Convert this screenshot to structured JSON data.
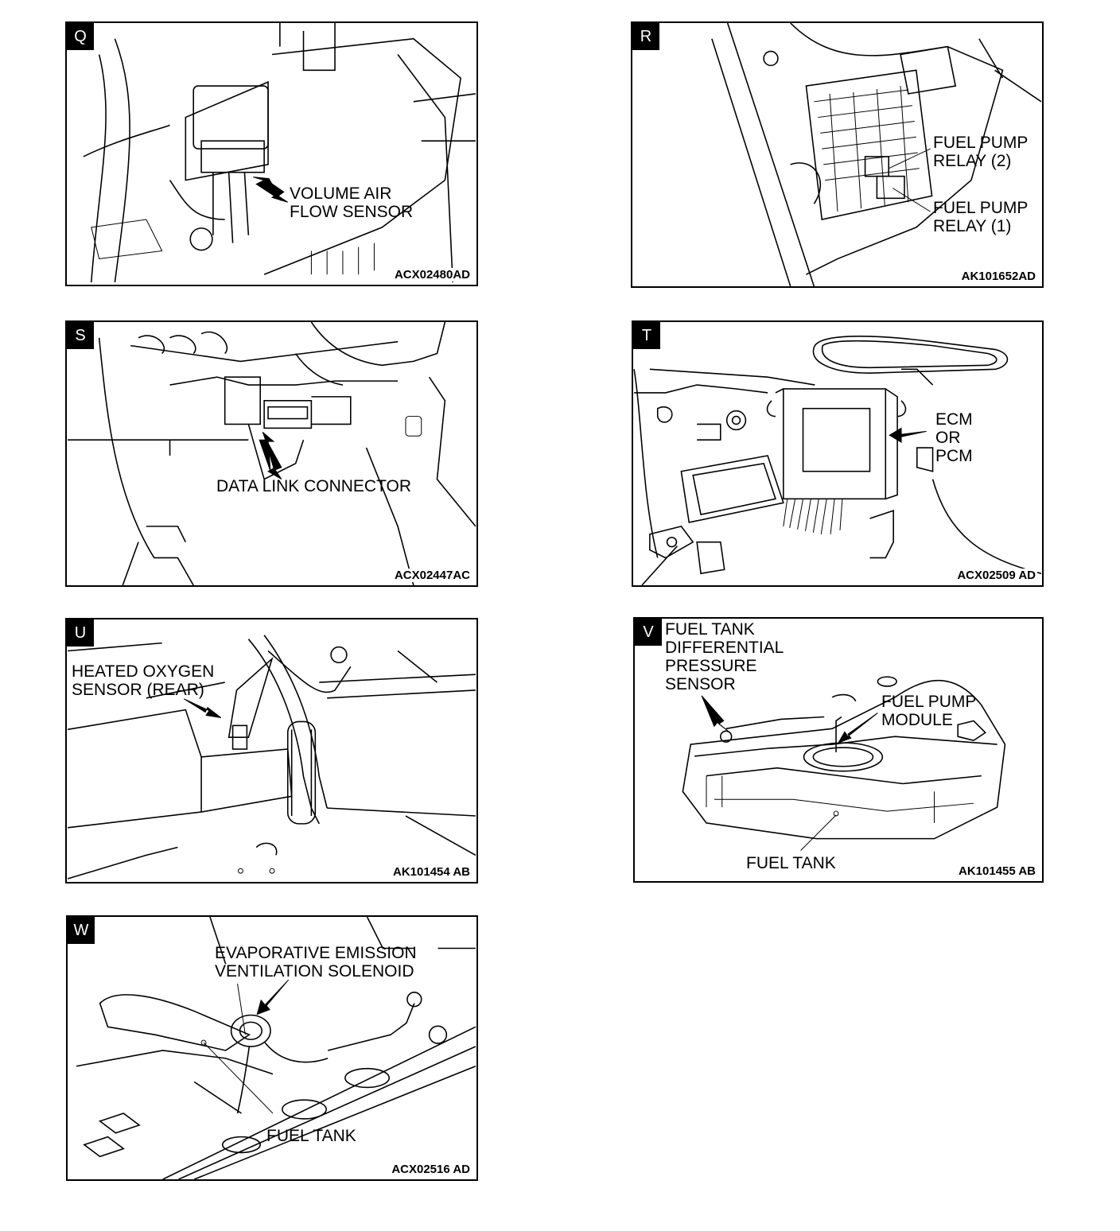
{
  "panels": {
    "q": {
      "letter": "Q",
      "code": "ACX02480AD",
      "callout": [
        "VOLUME AIR",
        "FLOW SENSOR"
      ]
    },
    "r": {
      "letter": "R",
      "code": "AK101652AD",
      "callout1": [
        "FUEL PUMP",
        "RELAY (2)"
      ],
      "callout2": [
        "FUEL PUMP",
        "RELAY (1)"
      ]
    },
    "s": {
      "letter": "S",
      "code": "ACX02447AC",
      "callout": [
        "DATA LINK CONNECTOR"
      ]
    },
    "t": {
      "letter": "T",
      "code": "ACX02509 AD",
      "callout": [
        "ECM",
        "OR",
        "PCM"
      ]
    },
    "u": {
      "letter": "U",
      "code": "AK101454 AB",
      "callout": [
        "HEATED OXYGEN",
        "SENSOR (REAR)"
      ]
    },
    "v": {
      "letter": "V",
      "code": "AK101455 AB",
      "callout1": [
        "FUEL TANK",
        "DIFFERENTIAL",
        "PRESSURE",
        "SENSOR"
      ],
      "callout2": [
        "FUEL PUMP",
        "MODULE"
      ],
      "callout3": [
        "FUEL TANK"
      ]
    },
    "w": {
      "letter": "W",
      "code": "ACX02516 AD",
      "callout1": [
        "EVAPORATIVE EMISSION",
        "VENTILATION SOLENOID"
      ],
      "callout2": [
        "FUEL TANK"
      ]
    }
  }
}
